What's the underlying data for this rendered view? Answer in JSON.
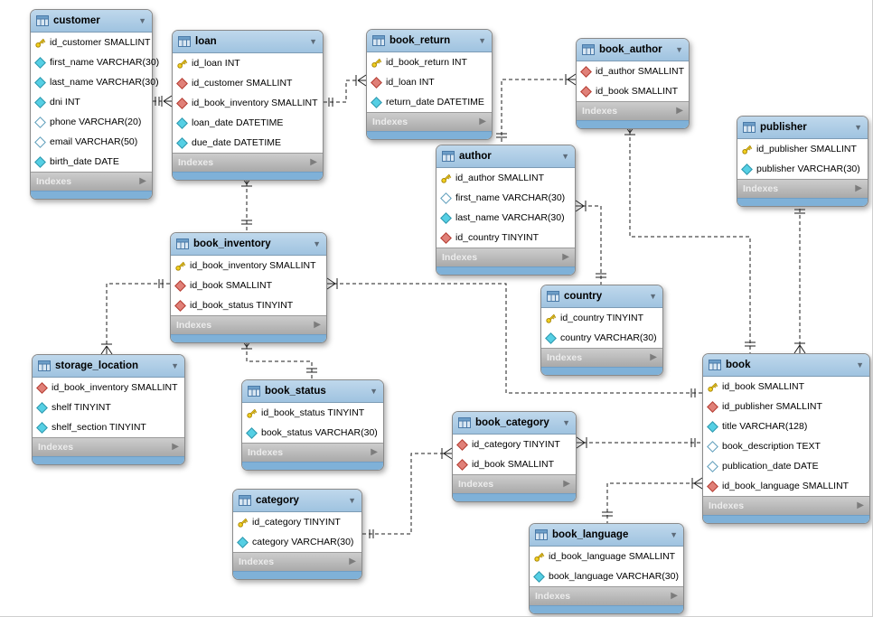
{
  "ui": {
    "indexes_label": "Indexes",
    "collapse_icon": "▼",
    "expand_icon": "▶",
    "colors": {
      "table_header": "#aecbe4",
      "table_footer_bar": "#7fb1d8",
      "indexes_bar": "#b8b8b8",
      "primary_key_icon": "#f2d01e",
      "foreign_key_icon": "#e08078",
      "not_null_icon": "#55cfe4",
      "nullable_icon": "#ffffff",
      "relationship_line": "#1c1c1c"
    }
  },
  "diagram": {
    "tables": [
      {
        "name": "customer",
        "fields": [
          {
            "icon": "primary-key",
            "text": "id_customer SMALLINT"
          },
          {
            "icon": "not-null",
            "text": "first_name VARCHAR(30)"
          },
          {
            "icon": "not-null",
            "text": "last_name VARCHAR(30)"
          },
          {
            "icon": "not-null",
            "text": "dni INT"
          },
          {
            "icon": "nullable",
            "text": "phone VARCHAR(20)"
          },
          {
            "icon": "nullable",
            "text": "email VARCHAR(50)"
          },
          {
            "icon": "not-null",
            "text": "birth_date DATE"
          }
        ]
      },
      {
        "name": "loan",
        "fields": [
          {
            "icon": "primary-key",
            "text": "id_loan INT"
          },
          {
            "icon": "foreign-key",
            "text": "id_customer SMALLINT"
          },
          {
            "icon": "foreign-key",
            "text": "id_book_inventory SMALLINT"
          },
          {
            "icon": "not-null",
            "text": "loan_date DATETIME"
          },
          {
            "icon": "not-null",
            "text": "due_date DATETIME"
          }
        ]
      },
      {
        "name": "book_return",
        "fields": [
          {
            "icon": "primary-key",
            "text": "id_book_return INT"
          },
          {
            "icon": "foreign-key",
            "text": "id_loan INT"
          },
          {
            "icon": "not-null",
            "text": "return_date DATETIME"
          }
        ]
      },
      {
        "name": "book_author",
        "fields": [
          {
            "icon": "foreign-key",
            "text": "id_author SMALLINT"
          },
          {
            "icon": "foreign-key",
            "text": "id_book SMALLINT"
          }
        ]
      },
      {
        "name": "publisher",
        "fields": [
          {
            "icon": "primary-key",
            "text": "id_publisher SMALLINT"
          },
          {
            "icon": "not-null",
            "text": "publisher VARCHAR(30)"
          }
        ]
      },
      {
        "name": "author",
        "fields": [
          {
            "icon": "primary-key",
            "text": "id_author SMALLINT"
          },
          {
            "icon": "nullable",
            "text": "first_name VARCHAR(30)"
          },
          {
            "icon": "not-null",
            "text": "last_name VARCHAR(30)"
          },
          {
            "icon": "foreign-key",
            "text": "id_country TINYINT"
          }
        ]
      },
      {
        "name": "book_inventory",
        "fields": [
          {
            "icon": "primary-key",
            "text": "id_book_inventory SMALLINT"
          },
          {
            "icon": "foreign-key",
            "text": "id_book SMALLINT"
          },
          {
            "icon": "foreign-key",
            "text": "id_book_status TINYINT"
          }
        ]
      },
      {
        "name": "country",
        "fields": [
          {
            "icon": "primary-key",
            "text": "id_country TINYINT"
          },
          {
            "icon": "not-null",
            "text": "country VARCHAR(30)"
          }
        ]
      },
      {
        "name": "storage_location",
        "fields": [
          {
            "icon": "foreign-key",
            "text": "id_book_inventory SMALLINT"
          },
          {
            "icon": "not-null",
            "text": "shelf TINYINT"
          },
          {
            "icon": "not-null",
            "text": "shelf_section TINYINT"
          }
        ]
      },
      {
        "name": "book_status",
        "fields": [
          {
            "icon": "primary-key",
            "text": "id_book_status TINYINT"
          },
          {
            "icon": "not-null",
            "text": "book_status VARCHAR(30)"
          }
        ]
      },
      {
        "name": "book_category",
        "fields": [
          {
            "icon": "foreign-key",
            "text": "id_category TINYINT"
          },
          {
            "icon": "foreign-key",
            "text": "id_book SMALLINT"
          }
        ]
      },
      {
        "name": "book",
        "fields": [
          {
            "icon": "primary-key",
            "text": "id_book SMALLINT"
          },
          {
            "icon": "foreign-key",
            "text": "id_publisher SMALLINT"
          },
          {
            "icon": "not-null",
            "text": "title VARCHAR(128)"
          },
          {
            "icon": "nullable",
            "text": "book_description TEXT"
          },
          {
            "icon": "nullable",
            "text": "publication_date DATE"
          },
          {
            "icon": "foreign-key",
            "text": "id_book_language SMALLINT"
          }
        ]
      },
      {
        "name": "category",
        "fields": [
          {
            "icon": "primary-key",
            "text": "id_category TINYINT"
          },
          {
            "icon": "not-null",
            "text": "category VARCHAR(30)"
          }
        ]
      },
      {
        "name": "book_language",
        "fields": [
          {
            "icon": "primary-key",
            "text": "id_book_language SMALLINT"
          },
          {
            "icon": "not-null",
            "text": "book_language VARCHAR(30)"
          }
        ]
      }
    ],
    "relationships": [
      {
        "one": "customer",
        "many": "loan",
        "style": "dashed"
      },
      {
        "one": "loan",
        "many": "book_return",
        "style": "dashed"
      },
      {
        "one": "book_inventory",
        "many": "loan",
        "style": "dashed"
      },
      {
        "one": "book_inventory",
        "many": "storage_location",
        "style": "dashed"
      },
      {
        "one": "book_status",
        "many": "book_inventory",
        "style": "dashed"
      },
      {
        "one": "book",
        "many": "book_inventory",
        "style": "dashed"
      },
      {
        "one": "category",
        "many": "book_category",
        "style": "dashed"
      },
      {
        "one": "book",
        "many": "book_category",
        "style": "dashed"
      },
      {
        "one": "author",
        "many": "book_author",
        "style": "dashed"
      },
      {
        "one": "country",
        "many": "author",
        "style": "dashed"
      },
      {
        "one": "book",
        "many": "book_author",
        "style": "dashed"
      },
      {
        "one": "publisher",
        "many": "book",
        "style": "dashed"
      },
      {
        "one": "book_language",
        "many": "book",
        "style": "dashed"
      }
    ]
  }
}
